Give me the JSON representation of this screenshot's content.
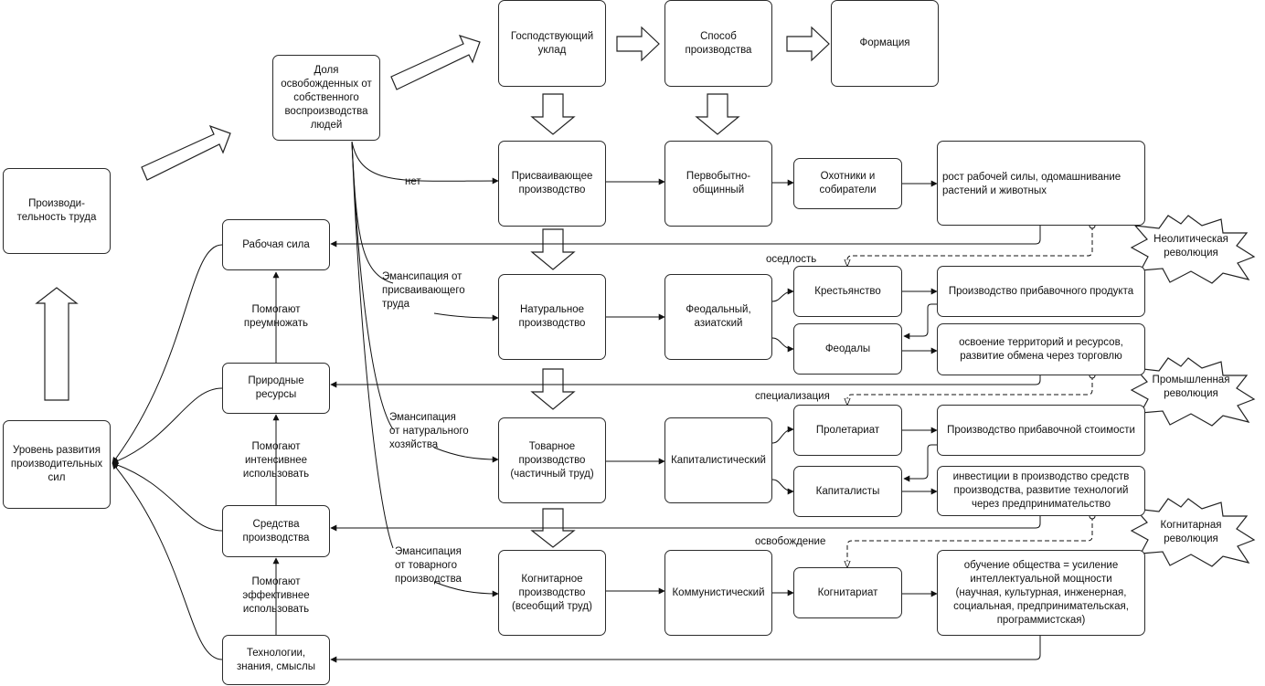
{
  "nodes": {
    "productivity": "Производи-\nтельность труда",
    "level": "Уровень развития\nпроизводительных\nсил",
    "share_freed": "Доля\nосвобожденных от\nсобственного\nвоспроизводства\nлюдей",
    "dominant_mode": "Господствующий\nуклад",
    "production_method": "Способ\nпроизводства",
    "formation": "Формация",
    "labor_force": "Рабочая сила",
    "natural_resources": "Природные\nресурсы",
    "means_of_production": "Средства\nпроизводства",
    "technologies": "Технологии,\nзнания, смыслы",
    "appropriating": "Присваивающее\nпроизводство",
    "natural_production": "Натуральное\nпроизводство",
    "commodity_production": "Товарное\nпроизводство\n(частичный труд)",
    "cognitarian_production": "Когнитарное\nпроизводство\n(всеобщий труд)",
    "primitive": "Первобытно-\nобщинный",
    "feudal": "Феодальный,\nазиатский",
    "capitalist": "Капиталистический",
    "communist": "Коммунистический",
    "hunters": "Охотники и\nсобиратели",
    "peasantry": "Крестьянство",
    "feudals": "Феодалы",
    "proletariat": "Пролетариат",
    "capitalists": "Капиталисты",
    "cognitariat": "Когнитариат",
    "growth": "рост рабочей силы, одомашнивание\nрастений и животных",
    "surplus_product": "Производство прибавочного продукта",
    "territory": "освоение территорий и ресурсов,\nразвитие обмена через торговлю",
    "surplus_value": "Производство прибавочной стоимости",
    "investment": "инвестиции в производство средств\nпроизводства, развитие технологий\nчерез предпринимательство",
    "education": "обучение общества = усиление\nинтеллектуальной мощности\n(научная, культурная, инженерная,\nсоциальная, предпринимательская,\nпрограммистская)"
  },
  "labels": {
    "help_multiply": "Помогают\nпреумножать",
    "help_intensive": "Помогают\nинтенсивнее\nиспользовать",
    "help_efficient": "Помогают\nэффективнее\nиспользовать",
    "no": "нет",
    "eman_appropriating": "Эмансипация от\nприсваивающего\nтруда",
    "eman_natural": "Эмансипация\nот натурального\nхозяйства",
    "eman_commodity": "Эмансипация\nот товарного\nпроизводства",
    "settled": "оседлость",
    "specialization": "специализация",
    "liberation": "освобождение"
  },
  "revolutions": {
    "neolithic": "Неолитическая\nреволюция",
    "industrial": "Промышленная\nреволюция",
    "cognitive": "Когнитарная\nреволюция"
  }
}
